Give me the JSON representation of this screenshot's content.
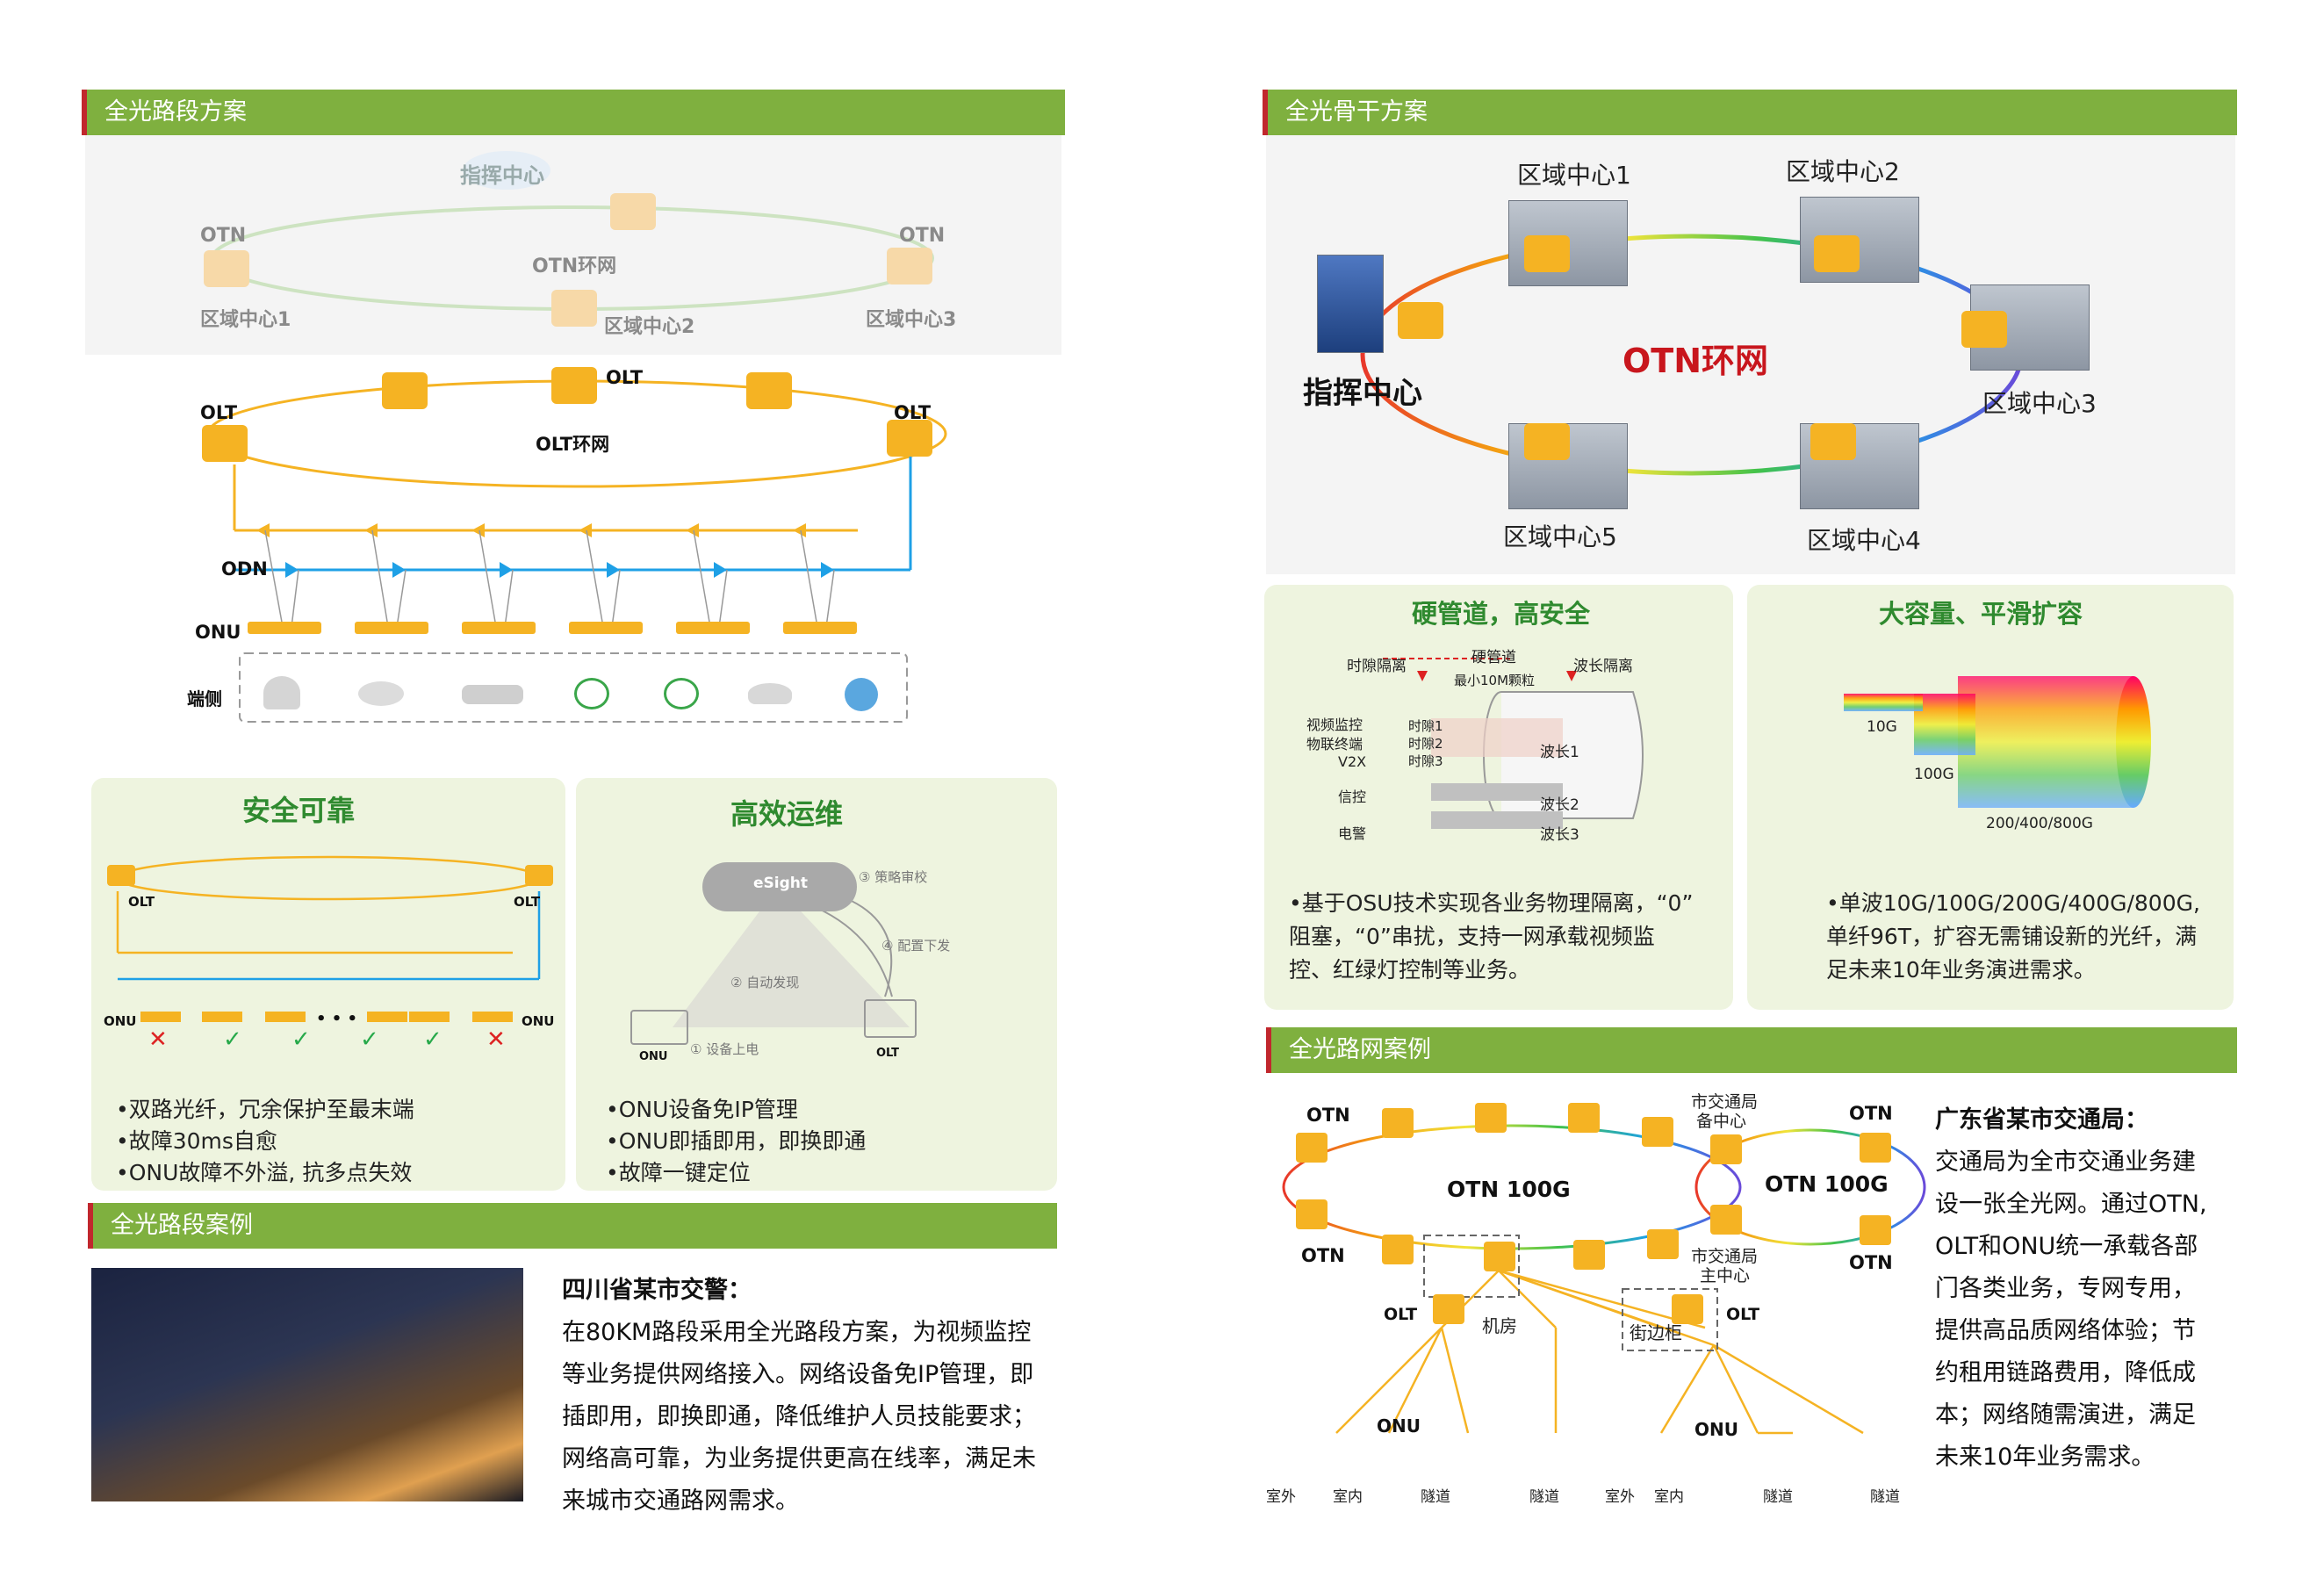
{
  "left": {
    "header_top": "全光路段方案",
    "otn_ring": {
      "command_center": "指挥中心",
      "otn_left": "OTN",
      "otn_right": "OTN",
      "ring_label": "OTN环网",
      "region1": "区域中心1",
      "region2": "区域中心2",
      "region3": "区域中心3"
    },
    "olt_ring": {
      "olt_top": "OLT",
      "olt_left": "OLT",
      "olt_right": "OLT",
      "ring_label": "OLT环网",
      "odn": "ODN",
      "onu": "ONU",
      "endside": "端侧"
    },
    "box1": {
      "title": "安全可靠",
      "olt_l": "OLT",
      "olt_r": "OLT",
      "onu_l": "ONU",
      "onu_r": "ONU",
      "dots": "• • •",
      "bullets": [
        "•双路光纤，冗余保护至最末端",
        "•故障30ms自愈",
        "•ONU故障不外溢, 抗多点失效"
      ]
    },
    "box2": {
      "title": "高效运维",
      "cloud": "eSight",
      "step3": "③ 策略审校",
      "step4": "④ 配置下发",
      "step2": "② 自动发现",
      "step1": "① 设备上电",
      "onu": "ONU",
      "olt": "OLT",
      "bullets": [
        "•ONU设备免IP管理",
        "•ONU即插即用，即换即通",
        "•故障一键定位"
      ]
    },
    "header_case": "全光路段案例",
    "case": {
      "title": "四川省某市交警：",
      "lines": [
        "在80KM路段采用全光路段方案，为视频监控",
        "等业务提供网络接入。网络设备免IP管理，即",
        "插即用，即换即通，降低维护人员技能要求；",
        "网络高可靠，为业务提供更高在线率，满足未",
        "来城市交通路网需求。"
      ]
    }
  },
  "right": {
    "header_top": "全光骨干方案",
    "otn": {
      "ring_label": "OTN环网",
      "command_center": "指挥中心",
      "region1": "区域中心1",
      "region2": "区域中心2",
      "region3": "区域中心3",
      "region4": "区域中心4",
      "region5": "区域中心5"
    },
    "box1": {
      "title": "硬管道，高安全",
      "time_iso": "时隙隔离",
      "hard_pipe": "硬管道",
      "wave_iso": "波长隔离",
      "min_grain": "最小10M颗粒",
      "svc1": "视频监控",
      "svc2": "物联终端",
      "svc3": "V2X",
      "svc4": "信控",
      "svc5": "电警",
      "slot1": "时隙1",
      "slot2": "时隙2",
      "slot3": "时隙3",
      "wave1": "波长1",
      "wave2": "波长2",
      "wave3": "波长3",
      "bullets": [
        "•基于OSU技术实现各业务物理隔离，“0”",
        "阻塞，“0”串扰，支持一网承载视频监",
        "控、红绿灯控制等业务。"
      ]
    },
    "box2": {
      "title": "大容量、平滑扩容",
      "g10": "10G",
      "g100": "100G",
      "g200": "200/400/800G",
      "bullets": [
        "•单波10G/100G/200G/400G/800G,",
        "单纤96T，扩容无需铺设新的光纤，满",
        "足未来10年业务演进需求。"
      ]
    },
    "header_case": "全光路网案例",
    "case_diagram": {
      "otn_tl": "OTN",
      "otn_bl": "OTN",
      "otn_tr": "OTN",
      "otn_br": "OTN",
      "ring1": "OTN 100G",
      "ring2": "OTN 100G",
      "backup_center": "市交通局\n备中心",
      "backup_a": "市交通局",
      "backup_b": "备中心",
      "main_a": "市交通局",
      "main_b": "主中心",
      "olt_l": "OLT",
      "olt_r": "OLT",
      "machine_room": "机房",
      "street_cabinet": "街边柜",
      "onu_l": "ONU",
      "onu_r": "ONU",
      "bottom": [
        "室外",
        "室内",
        "隧道",
        "隧道",
        "室外",
        "室内",
        "隧道",
        "隧道"
      ]
    },
    "case": {
      "title": "广东省某市交通局：",
      "lines": [
        "交通局为全市交通业务建",
        "设一张全光网。通过OTN,",
        "OLT和ONU统一承载各部",
        "门各类业务，专网专用，",
        "提供高品质网络体验；节",
        "约租用链路费用，降低成",
        "本；网络随需演进，满足",
        "未来10年业务需求。"
      ]
    }
  }
}
